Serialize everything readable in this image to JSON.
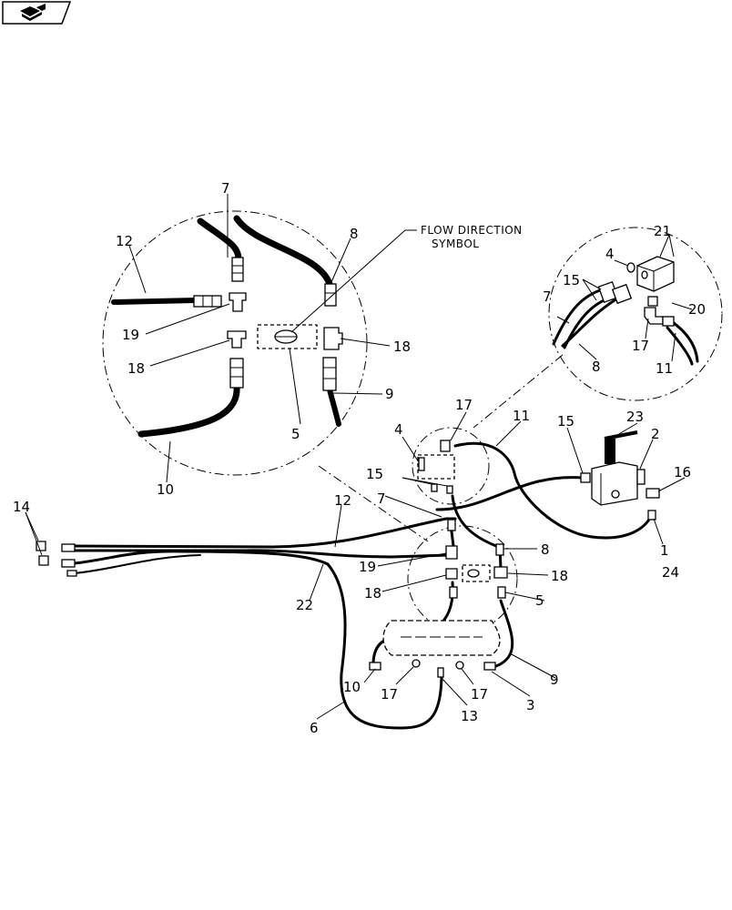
{
  "nav_icon": "book-page-icon",
  "note": {
    "line1": "FLOW DIRECTION",
    "line2": "SYMBOL"
  },
  "callouts": {
    "c1": "1",
    "c2": "2",
    "c3": "3",
    "c4": "4",
    "c5": "5",
    "c6": "6",
    "c7": "7",
    "c8": "8",
    "c9": "9",
    "c10": "10",
    "c11": "11",
    "c12": "12",
    "c13": "13",
    "c14": "14",
    "c15": "15",
    "c16": "16",
    "c17": "17",
    "c18": "18",
    "c19": "19",
    "c20": "20",
    "c21": "21",
    "c22": "22",
    "c23": "23",
    "c24": "24"
  }
}
